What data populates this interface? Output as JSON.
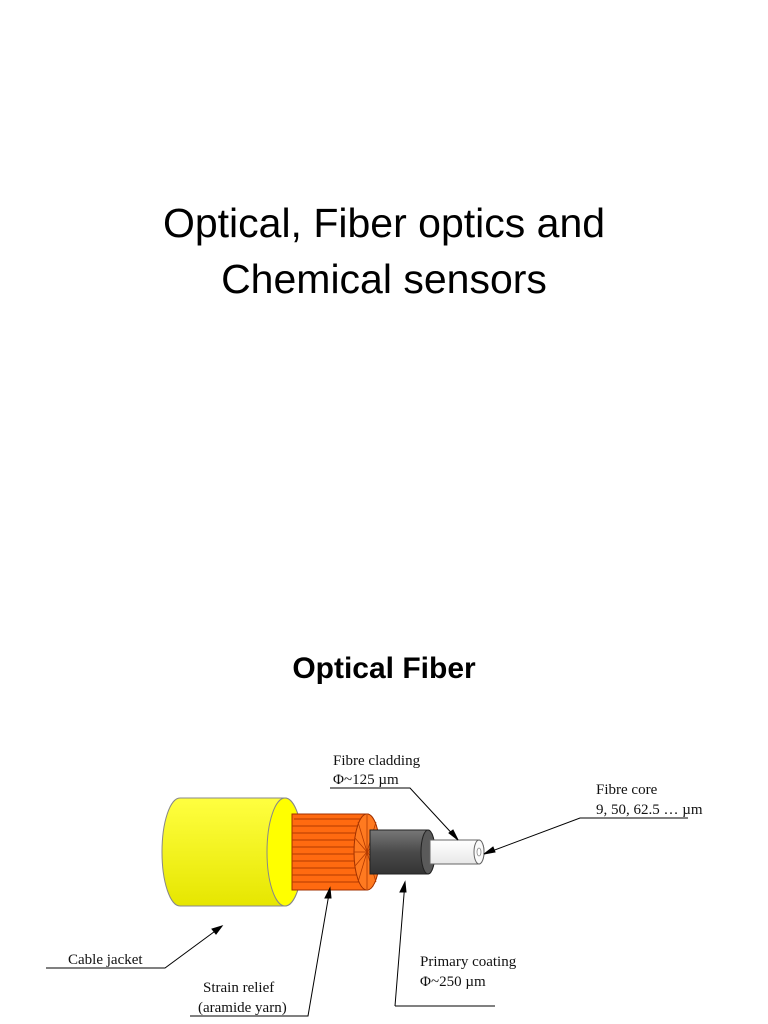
{
  "slide1": {
    "title_line1": "Optical, Fiber optics and",
    "title_line2": "Chemical sensors"
  },
  "slide2": {
    "heading": "Optical Fiber",
    "labels": {
      "cladding_name": "Fibre cladding",
      "cladding_dim": "Φ~125 µm",
      "core_name": "Fibre core",
      "core_dim": "9, 50, 62.5 … µm",
      "jacket": "Cable jacket",
      "strain_name": "Strain relief",
      "strain_detail": "(aramide yarn)",
      "coating_name": "Primary coating",
      "coating_dim": "Φ~250 µm"
    },
    "colors": {
      "jacket": "#ffff00",
      "strain_relief": "#ff6600",
      "primary_coating": "#555555",
      "cladding": "#ffffff"
    }
  }
}
